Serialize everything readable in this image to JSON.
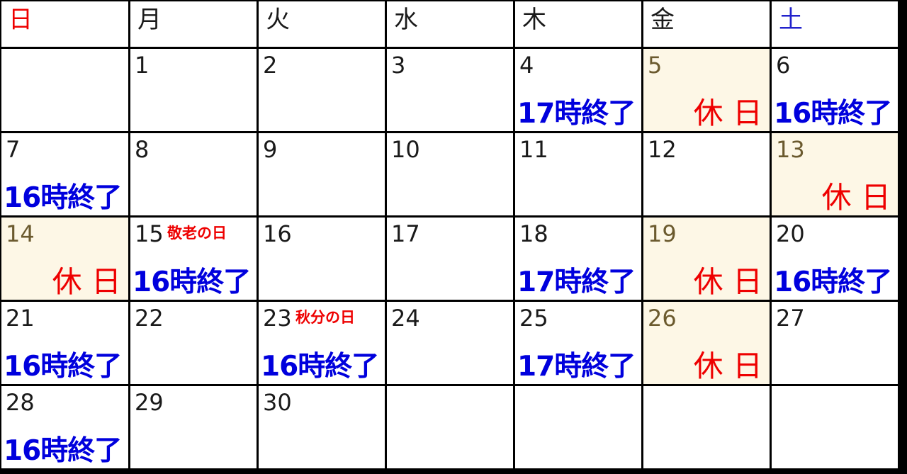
{
  "weekdays": [
    {
      "label": "日",
      "color": "#ee0000"
    },
    {
      "label": "月",
      "color": "#1a1a1a"
    },
    {
      "label": "火",
      "color": "#1a1a1a"
    },
    {
      "label": "水",
      "color": "#1a1a1a"
    },
    {
      "label": "木",
      "color": "#1a1a1a"
    },
    {
      "label": "金",
      "color": "#1a1a1a"
    },
    {
      "label": "土",
      "color": "#2222cc"
    }
  ],
  "colors": {
    "closing_text": "#0000dd",
    "closed_text": "#ee0000",
    "holiday_name_text": "#ee0000",
    "closed_bg": "#fdf7e6",
    "grid_line": "#000000"
  },
  "weeks": [
    [
      {},
      {
        "day": "1"
      },
      {
        "day": "2"
      },
      {
        "day": "3"
      },
      {
        "day": "4",
        "note": "17時終了"
      },
      {
        "day": "5",
        "closed": "休 日"
      },
      {
        "day": "6",
        "note": "16時終了"
      }
    ],
    [
      {
        "day": "7",
        "note": "16時終了"
      },
      {
        "day": "8"
      },
      {
        "day": "9"
      },
      {
        "day": "10"
      },
      {
        "day": "11"
      },
      {
        "day": "12"
      },
      {
        "day": "13",
        "closed": "休 日"
      }
    ],
    [
      {
        "day": "14",
        "closed": "休 日"
      },
      {
        "day": "15",
        "holiday": "敬老の日",
        "note": "16時終了"
      },
      {
        "day": "16"
      },
      {
        "day": "17"
      },
      {
        "day": "18",
        "note": "17時終了"
      },
      {
        "day": "19",
        "closed": "休 日"
      },
      {
        "day": "20",
        "note": "16時終了"
      }
    ],
    [
      {
        "day": "21",
        "note": "16時終了"
      },
      {
        "day": "22"
      },
      {
        "day": "23",
        "holiday": "秋分の日",
        "note": "16時終了"
      },
      {
        "day": "24"
      },
      {
        "day": "25",
        "note": "17時終了"
      },
      {
        "day": "26",
        "closed": "休 日"
      },
      {
        "day": "27"
      }
    ],
    [
      {
        "day": "28",
        "note": "16時終了"
      },
      {
        "day": "29"
      },
      {
        "day": "30"
      },
      {},
      {},
      {},
      {}
    ]
  ]
}
